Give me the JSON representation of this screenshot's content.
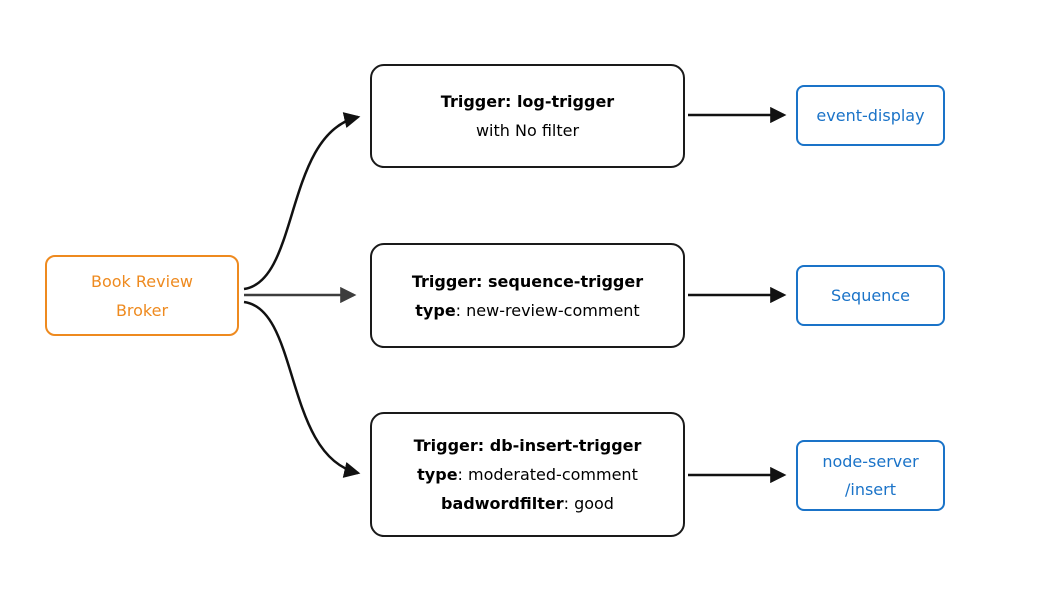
{
  "diagram": {
    "broker": {
      "line1": "Book Review",
      "line2": "Broker"
    },
    "triggers": [
      {
        "title": "Trigger: log-trigger",
        "line2_rest": "with No filter"
      },
      {
        "title": "Trigger: sequence-trigger",
        "line2_bold": "type",
        "line2_rest": ": new-review-comment"
      },
      {
        "title": "Trigger: db-insert-trigger",
        "line2_bold": "type",
        "line2_rest": ": moderated-comment",
        "line3_bold": "badwordfilter",
        "line3_rest": ": good"
      }
    ],
    "targets": [
      {
        "label": "event-display"
      },
      {
        "label": "Sequence"
      },
      {
        "label": "node-server",
        "label_line2": "/insert"
      }
    ],
    "colors": {
      "broker_color": "#ee8a1f",
      "trigger_color": "#1a1a1a",
      "target_color": "#1a73c8",
      "edge_color": "#111111",
      "edge_gray": "#3d3d3d"
    }
  }
}
